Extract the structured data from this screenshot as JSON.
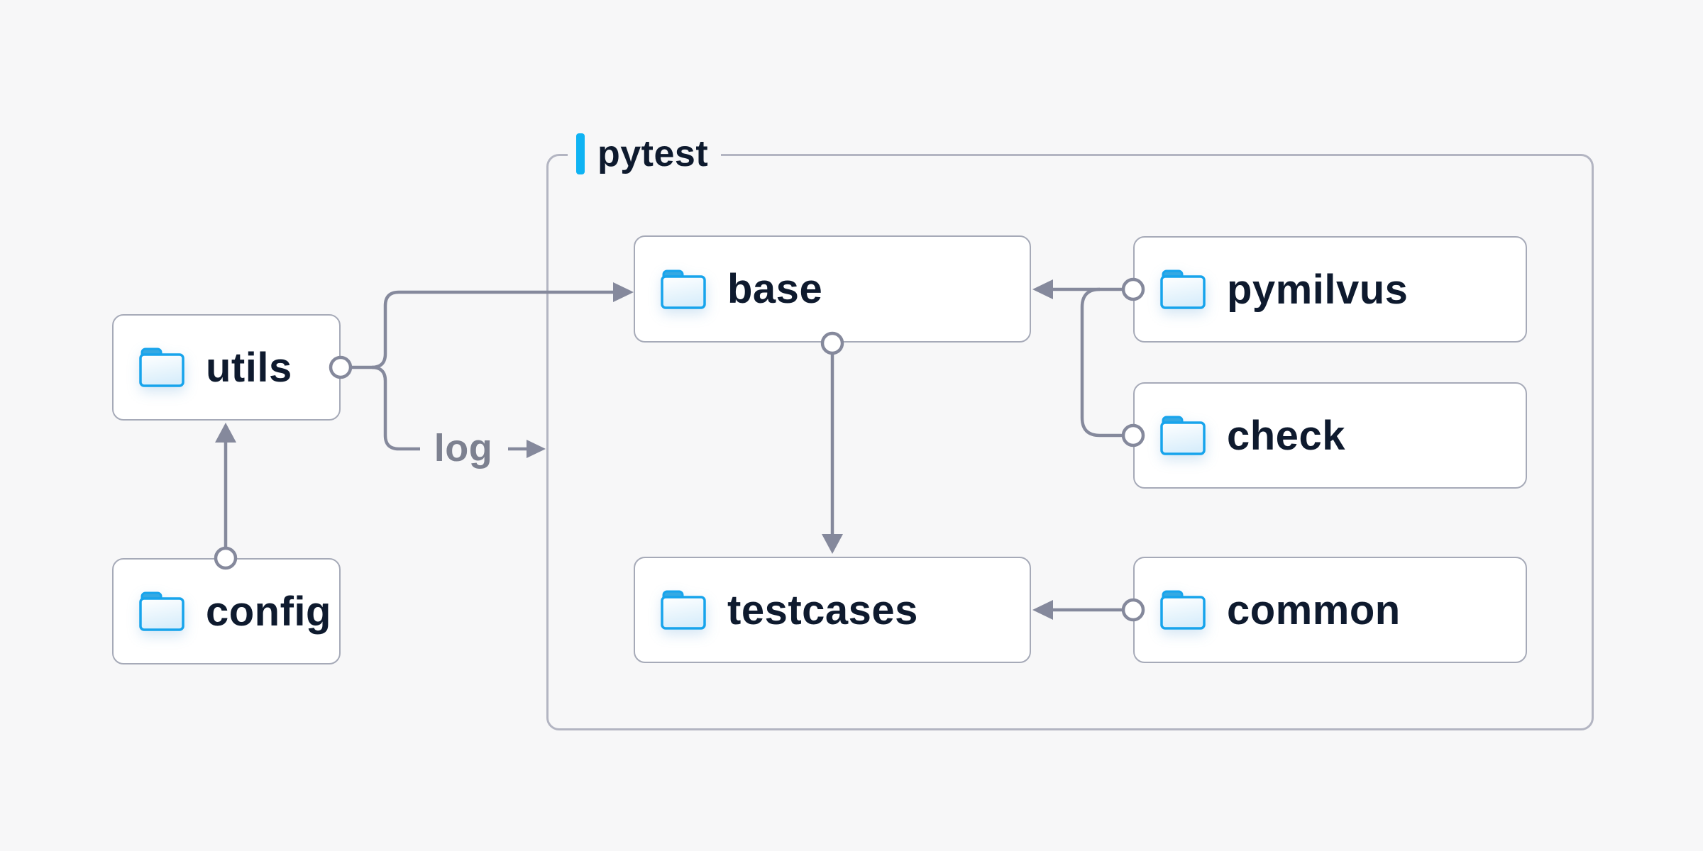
{
  "page": {
    "background": "#f7f7f8",
    "kind": "folder-dependency-diagram"
  },
  "diagram": {
    "container": {
      "label": "pytest",
      "accent_color": "#0fb3f3",
      "border_color": "#b3b5c2"
    },
    "nodes": {
      "utils": {
        "label": "utils",
        "icon": "folder-icon",
        "inside_container": false
      },
      "config": {
        "label": "config",
        "icon": "folder-icon",
        "inside_container": false
      },
      "base": {
        "label": "base",
        "icon": "folder-icon",
        "inside_container": true
      },
      "pymilvus": {
        "label": "pymilvus",
        "icon": "folder-icon",
        "inside_container": true
      },
      "check": {
        "label": "check",
        "icon": "folder-icon",
        "inside_container": true
      },
      "testcases": {
        "label": "testcases",
        "icon": "folder-icon",
        "inside_container": true
      },
      "common": {
        "label": "common",
        "icon": "folder-icon",
        "inside_container": true
      }
    },
    "edges": [
      {
        "from": "config",
        "to": "utils",
        "label": ""
      },
      {
        "from": "utils",
        "to": "base",
        "label": ""
      },
      {
        "from": "utils",
        "to": "pytest",
        "label": "log"
      },
      {
        "from": "pymilvus",
        "to": "base",
        "label": ""
      },
      {
        "from": "check",
        "to": "base",
        "label": ""
      },
      {
        "from": "base",
        "to": "testcases",
        "label": ""
      },
      {
        "from": "common",
        "to": "testcases",
        "label": ""
      }
    ],
    "edge_labels": {
      "log": "log"
    },
    "colors": {
      "edge_gray": "#85899c",
      "node_border": "#a6aab8",
      "container_border": "#b3b5c2",
      "text_navy": "#0e1a2e",
      "edge_label_gray": "#7d8190",
      "accent_blue": "#0fb3f3",
      "folder_stroke_blue": "#17a4ec",
      "folder_tab_blue": "#35a9e3",
      "folder_fill_light": "#d9eefb",
      "node_fill": "#ffffff"
    }
  }
}
